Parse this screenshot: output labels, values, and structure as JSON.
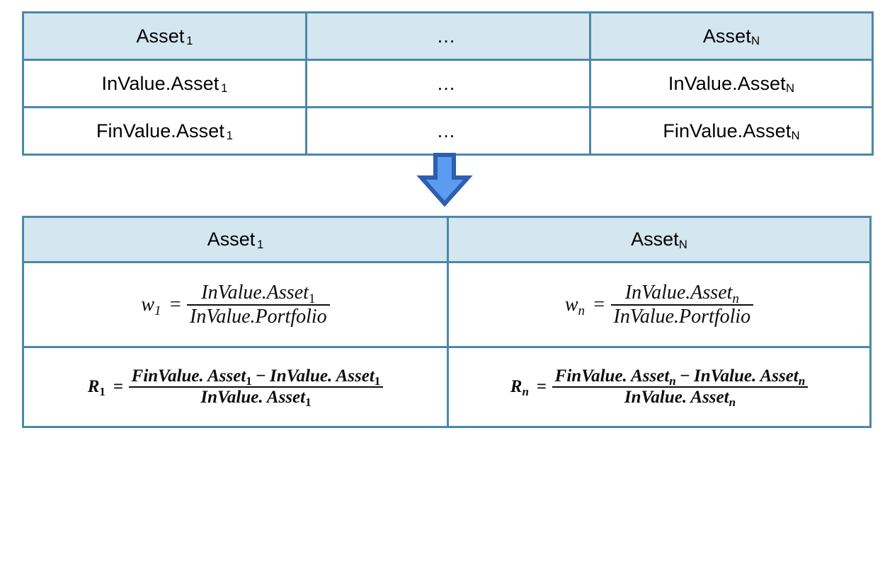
{
  "colors": {
    "header_fill": "#D4E6EF",
    "table_border": "#4A89A8",
    "arrow_fill": "#5B9BF0",
    "arrow_stroke": "#2E5FAE",
    "text": "#000000",
    "page_background": "#FFFFFF"
  },
  "input_table": {
    "columns": [
      {
        "header_base": "Asset",
        "header_sub": "1"
      },
      {
        "header_base": "…",
        "header_sub": ""
      },
      {
        "header_base": "Asset",
        "header_sub": "N"
      }
    ],
    "rows": [
      {
        "label": "initial-value-row",
        "cells": [
          {
            "base": "InValue.Asset",
            "sub": "1"
          },
          {
            "base": "…",
            "sub": ""
          },
          {
            "base": "InValue.Asset",
            "sub": "N"
          }
        ]
      },
      {
        "label": "final-value-row",
        "cells": [
          {
            "base": "FinValue.Asset",
            "sub": "1"
          },
          {
            "base": "…",
            "sub": ""
          },
          {
            "base": "FinValue.Asset",
            "sub": "N"
          }
        ]
      }
    ]
  },
  "connector": {
    "icon": "down-arrow-icon",
    "direction": "down"
  },
  "output_table": {
    "columns": [
      {
        "header_base": "Asset",
        "header_sub": "1"
      },
      {
        "header_base": "Asset",
        "header_sub": "N"
      }
    ],
    "weight_row": {
      "label": "weight-row",
      "cells": [
        {
          "lhs_symbol": "w",
          "lhs_sub": "1",
          "equals": "=",
          "numerator": "InValue.Asset",
          "numerator_sub": "1",
          "denominator": "InValue.Portfolio",
          "denominator_sub": ""
        },
        {
          "lhs_symbol": "w",
          "lhs_sub": "n",
          "equals": "=",
          "numerator": "InValue.Asset",
          "numerator_sub": "n",
          "denominator": "InValue.Portfolio",
          "denominator_sub": ""
        }
      ]
    },
    "return_row": {
      "label": "return-row",
      "cells": [
        {
          "lhs_symbol": "R",
          "lhs_sub": "1",
          "equals": "=",
          "num_left": "FinValue. Asset",
          "num_left_sub": "1",
          "operator": "−",
          "num_right": "InValue. Asset",
          "num_right_sub": "1",
          "denominator": "InValue. Asset",
          "denominator_sub": "1"
        },
        {
          "lhs_symbol": "R",
          "lhs_sub": "n",
          "equals": "=",
          "num_left": "FinValue. Asset",
          "num_left_sub": "n",
          "operator": "−",
          "num_right": "InValue. Asset",
          "num_right_sub": "n",
          "denominator": "InValue. Asset",
          "denominator_sub": "n"
        }
      ]
    }
  }
}
